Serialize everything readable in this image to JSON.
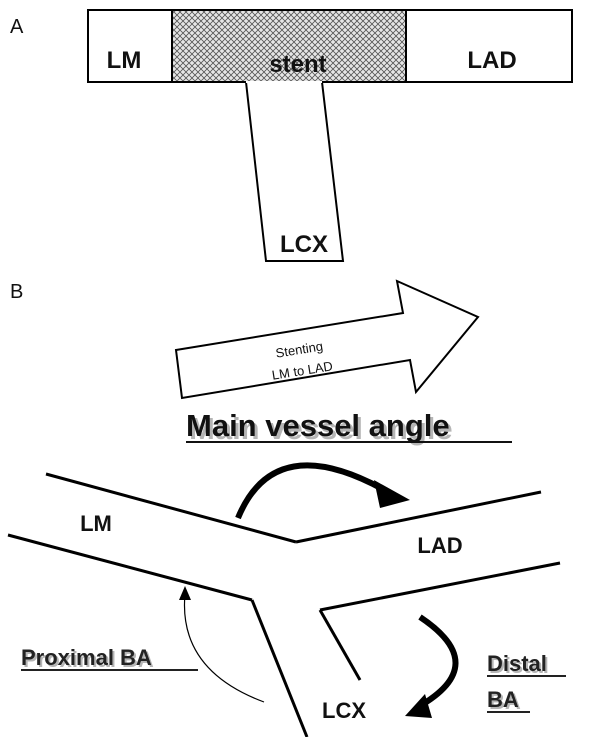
{
  "panel_a": {
    "label": "A",
    "left_segment": "LM",
    "middle_segment": "stent",
    "right_segment": "LAD",
    "branch": "LCX"
  },
  "panel_b": {
    "label": "B",
    "arrow_text_line1": "Stenting",
    "arrow_text_line2": "LM to LAD",
    "main_angle_title": "Main vessel angle",
    "vessel_lm": "LM",
    "vessel_lad": "LAD",
    "vessel_lcx": "LCX",
    "proximal_ba": "Proximal BA",
    "distal_ba_line1": "Distal",
    "distal_ba_line2": "BA"
  }
}
